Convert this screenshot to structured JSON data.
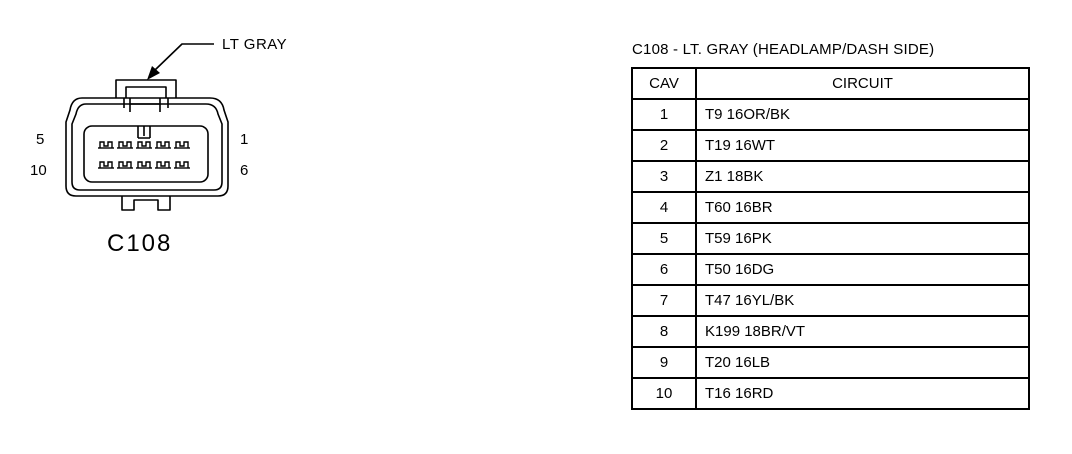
{
  "connector": {
    "color_label": "LT GRAY",
    "id": "C108",
    "pin_labels": {
      "top_left": "5",
      "bottom_left": "10",
      "top_right": "1",
      "bottom_right": "6"
    }
  },
  "table": {
    "title": "C108 - LT. GRAY (HEADLAMP/DASH SIDE)",
    "headers": {
      "cav": "CAV",
      "circuit": "CIRCUIT"
    },
    "rows": [
      {
        "cav": "1",
        "circuit": "T9  16OR/BK"
      },
      {
        "cav": "2",
        "circuit": "T19  16WT"
      },
      {
        "cav": "3",
        "circuit": "Z1  18BK"
      },
      {
        "cav": "4",
        "circuit": "T60  16BR"
      },
      {
        "cav": "5",
        "circuit": "T59  16PK"
      },
      {
        "cav": "6",
        "circuit": "T50  16DG"
      },
      {
        "cav": "7",
        "circuit": "T47  16YL/BK"
      },
      {
        "cav": "8",
        "circuit": "K199  18BR/VT"
      },
      {
        "cav": "9",
        "circuit": "T20  16LB"
      },
      {
        "cav": "10",
        "circuit": "T16  16RD"
      }
    ]
  }
}
